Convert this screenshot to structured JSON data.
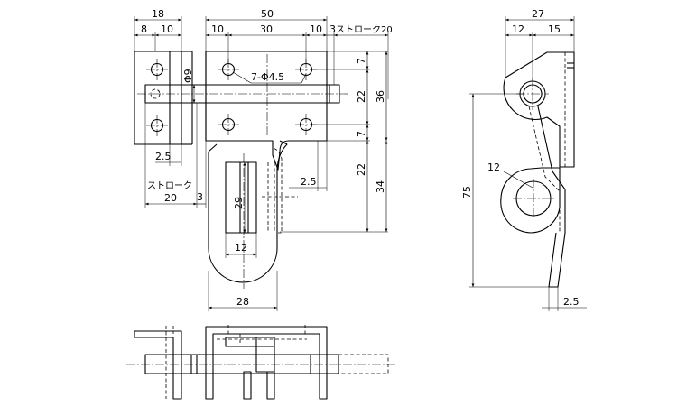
{
  "dims": {
    "d18": "18",
    "d8": "8",
    "d10a": "10",
    "d50": "50",
    "d10b": "10",
    "d30": "30",
    "d10c": "10",
    "d3a": "3",
    "stroke20_top": "ストローク20",
    "d27": "27",
    "d12a": "12",
    "d15": "15",
    "phi9": "Φ9",
    "holes": "7-Φ4.5",
    "d7a": "7",
    "d22a": "22",
    "d36": "36",
    "d7b": "7",
    "d22b": "22",
    "d34": "34",
    "d2_5a": "2.5",
    "d2_5b": "2.5",
    "stroke_left": "ストローク",
    "d20": "20",
    "d3b": "3",
    "d29": "29",
    "d12b": "12",
    "d28": "28",
    "d12c": "12",
    "d75": "75",
    "d2_5c": "2.5"
  }
}
